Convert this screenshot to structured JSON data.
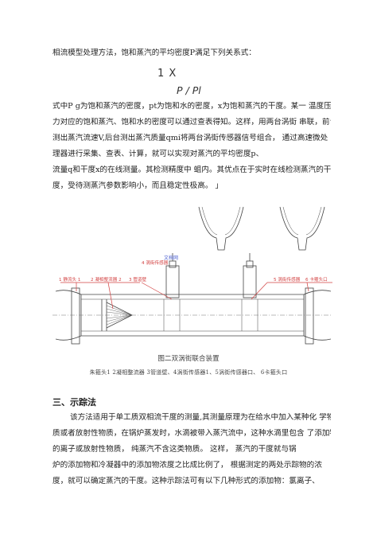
{
  "text": {
    "intro": "相流模型处理方法，饱和蒸汽的平均密度P满足下列关系式：",
    "formula_top": "1 X",
    "formula_bottom": "P / Pl",
    "para1": [
      "式中P g为饱和蒸汽的密度，pt为饱和水的密度，x为饱和蒸汽的干度。某一 温度压",
      "力对应的饱和蒸汽、饱和水的密度可以通过查表得知。这样，用两台涡街 串联，前台",
      "测出蒸汽流速V,后台测出蒸汽质量qmi将两台涡街传感器信号组合，  通过高速微处",
      "理器进行采集、查表、计算，就可以实现对蒸汽的平均密度p、",
      "流量q和干度x的在线测量。其检测精度中 蛆内。其优点在于实时在线检测蒸汽的干",
      "度，受待测蒸汽参数影响小，而且稳定性极高。 」"
    ]
  },
  "diagram": {
    "callouts": [
      "1 静流头 1",
      "2 凝相整流器 2",
      "3 管道壁",
      "4 涡街传感器",
      "5 涡街传感器",
      "6 卡箍头口"
    ],
    "stamp": "文档网"
  },
  "figure": {
    "caption": "图二双涡街联合装置",
    "legend": "朱箍头1 2凝相整流器 3管道壁、4涡街传感器1、5涡街传感器口、 6卡箍头口"
  },
  "section3": {
    "heading": "三、示踪法",
    "lines": [
      "该方法适用于单工质双相流干度的测量,其测量原理为在给水中加入某种化 学物",
      "质或者放射性物质，在锅炉蒸发时，水滴被带入蒸汽流中，这种水滴里包含 了添加物",
      "的离子或放射性物质，  纯蒸汽不含这类物质。 这样，  蒸汽的干度就与锅",
      "炉的添加物和冷凝器中的添加物浓度之比成比例了，  根据测定的两处示踪物的浓",
      "度，就可以确定蒸汽的干度。这种示踪法可有以下几种形式的添加物：氯离子、"
    ]
  },
  "colors": {
    "text": "#222222",
    "drawing": "#444444",
    "callout": "#d24040",
    "stamp": "#4a5fd0"
  }
}
